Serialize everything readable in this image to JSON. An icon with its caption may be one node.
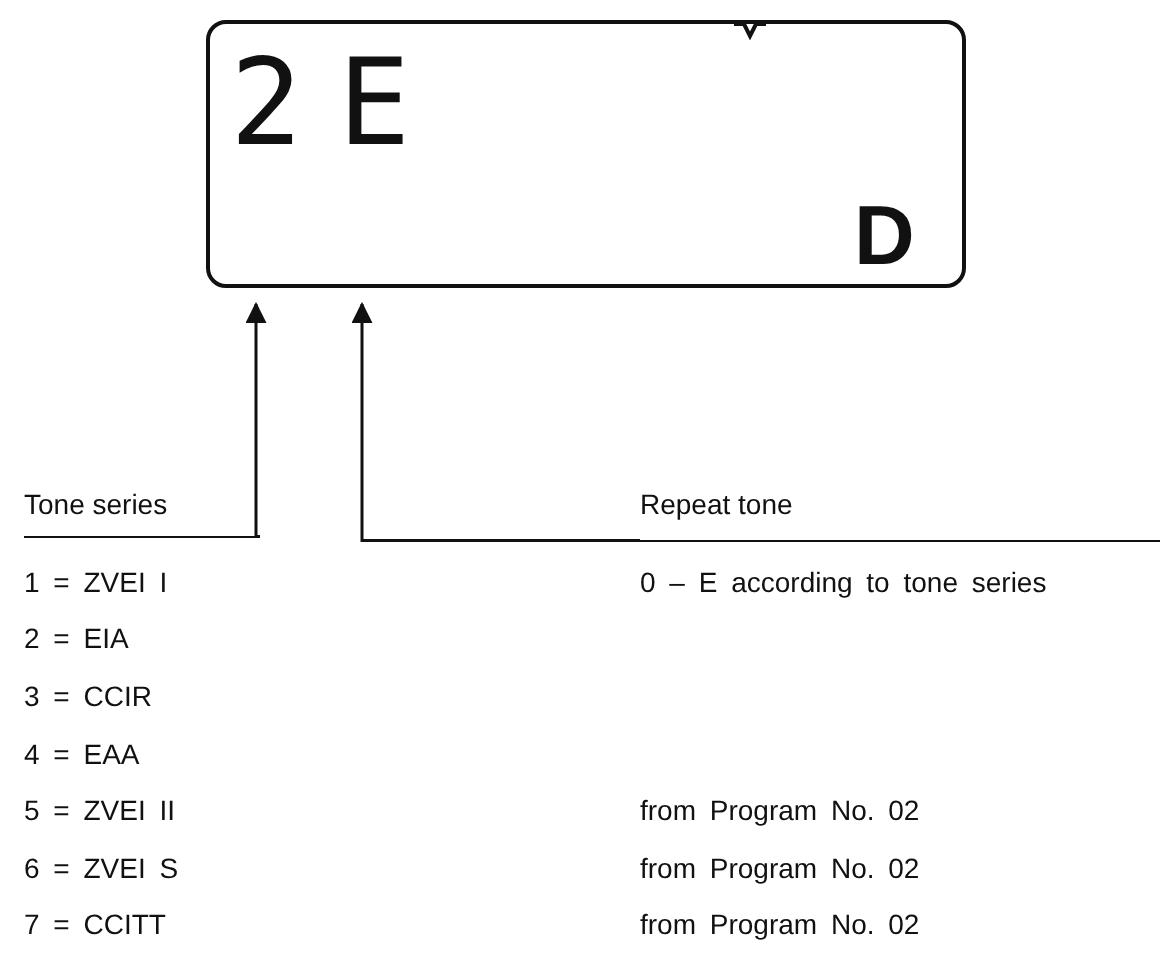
{
  "diagram": {
    "nodes": [
      {
        "text": [
          "D"
        ]
      },
      {
        "text": [
          "2"
        ],
        "in": 0
      },
      {
        "text": [
          "E"
        ],
        "in": 0
      },
      {
        "text": [
          "Tone series"
        ]
      },
      {
        "text": [
          "Repeat tone"
        ]
      }
    ],
    "edges": [
      {
        "from": 3,
        "to": 1,
        "arrow": "to"
      },
      {
        "from": 4,
        "to": 2,
        "arrow": "to"
      }
    ],
    "labels": [
      "1 = ZVEI I",
      "0 – E according to tone series",
      "2 = EIA",
      "3 = CCIR",
      "4 = EAA",
      "5 = ZVEI II",
      "from Program No. 02",
      "6 = ZVEI S",
      "from Program No. 02",
      "7 = CCITT",
      "from Program No. 02"
    ]
  }
}
